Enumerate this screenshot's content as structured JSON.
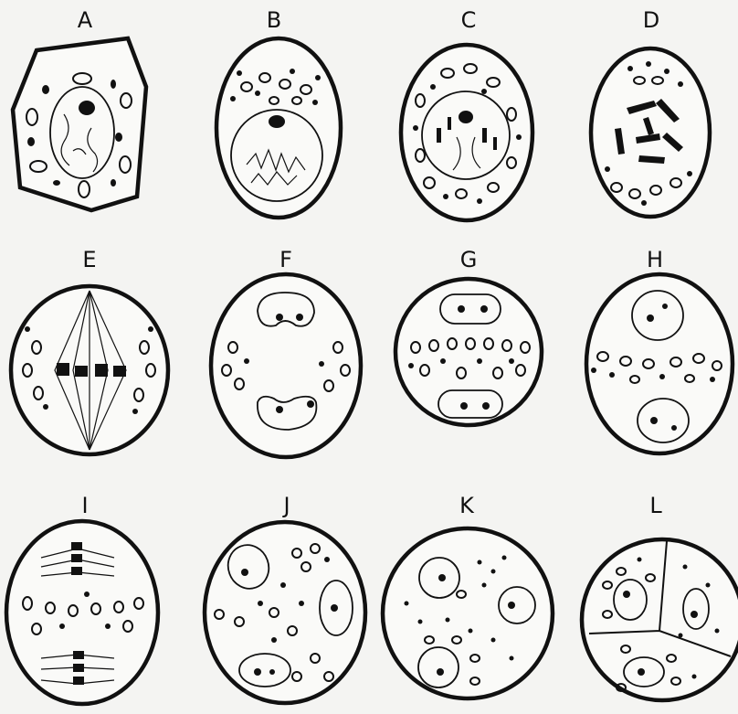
{
  "figure": {
    "panels": [
      {
        "id": "A",
        "label": "A"
      },
      {
        "id": "B",
        "label": "B"
      },
      {
        "id": "C",
        "label": "C"
      },
      {
        "id": "D",
        "label": "D"
      },
      {
        "id": "E",
        "label": "E"
      },
      {
        "id": "F",
        "label": "F"
      },
      {
        "id": "G",
        "label": "G"
      },
      {
        "id": "H",
        "label": "H"
      },
      {
        "id": "I",
        "label": "I"
      },
      {
        "id": "J",
        "label": "J"
      },
      {
        "id": "K",
        "label": "K"
      },
      {
        "id": "L",
        "label": "L"
      }
    ],
    "colors": {
      "ink": "#111111",
      "paper": "#f4f4f2"
    }
  }
}
